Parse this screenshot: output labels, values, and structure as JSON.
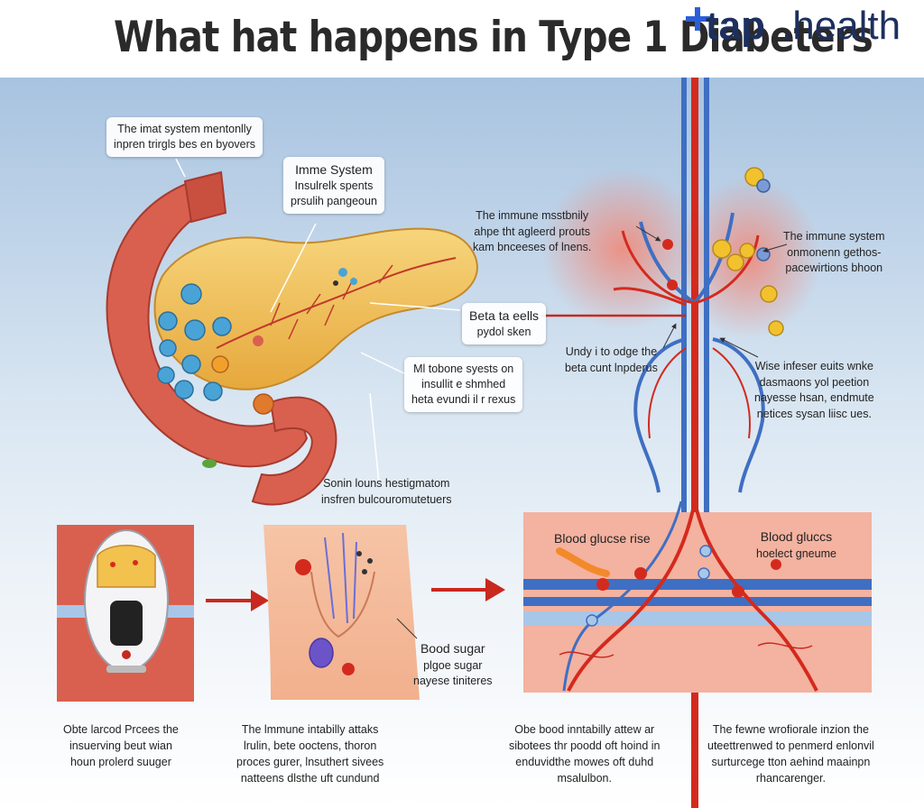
{
  "header": {
    "title": "What hat happens in Type 1 Diabeters",
    "logo_brand": "tap",
    "logo_suffix": ".health"
  },
  "callouts": {
    "top_left": [
      "The imat system mentonlly",
      "inpren trirgls bes en byovers"
    ],
    "immune_system": {
      "title": "Imme System",
      "lines": [
        "Insulrelk spents",
        "prsulih pangeoun"
      ]
    },
    "middle_top": [
      "The immune msstbnily",
      "ahpe tht agleerd prouts",
      "kam bnceeses of lnens."
    ],
    "beta_cells": {
      "title": "Beta ta eells",
      "lines": [
        "pydol sken"
      ]
    },
    "right_top": [
      "The immune system",
      "onmonenn gethos-",
      "pacewirtions bhoon"
    ],
    "mid_small": [
      "Ml tobone syests on",
      "insullit e shmhed",
      "heta evundi il r rexus"
    ],
    "undy": [
      "Undy i to odge the",
      "beta cunt lnpderus"
    ],
    "right_mid": [
      "Wise infeser euits wnke",
      "dasmaons yol peetion",
      "nayesse hsan, endmute",
      "netices sysan liisc ues."
    ],
    "sonin": [
      "Sonin louns hestigmatom",
      "insfren bulcouromutetuers"
    ],
    "blood_glucose_rise": "Blood glucse rise",
    "blood_glucoss": {
      "title": "Blood gluccs",
      "lines": [
        "hoelect gneume"
      ]
    },
    "blood_sugar": {
      "title": "Bood sugar",
      "lines": [
        "plgoe sugar",
        "nayese tiniteres"
      ]
    }
  },
  "captions": [
    [
      "Obte larcod Prcees the",
      "insuerving beut wian",
      "houn prolerd suuger"
    ],
    [
      "The lmmune intabilly attaks",
      "lrulin, bete ooctens, thoron",
      "proces gurer, lnsuthert sivees",
      "natteens dlsthe uft cundund"
    ],
    [
      "Obe bood inntabilly attew ar",
      "sibotees thr poodd oft hoind in",
      "enduvidthe mowes oft duhd",
      "msalulbon."
    ],
    [
      "The fewne wrofiorale inzion the",
      "uteettrenwed to penmerd enlonvil",
      "surturcege tton aehind maainpn",
      "rhancarenger."
    ]
  ],
  "colors": {
    "pancreas": "#f2c14e",
    "intestine": "#d9604f",
    "artery": "#d42a1e",
    "vein": "#3f6fc2",
    "tissue": "#f0a48c",
    "arrow": "#c8281e"
  }
}
